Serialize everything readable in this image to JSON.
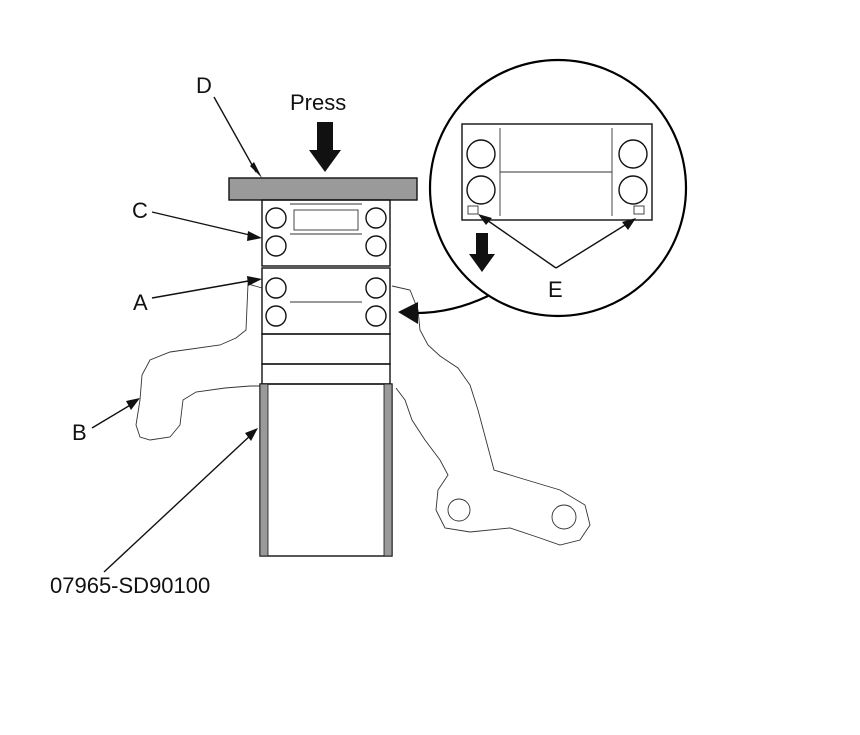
{
  "labels": {
    "press": "Press",
    "a": "A",
    "b": "B",
    "c": "C",
    "d": "D",
    "e": "E",
    "tool_number": "07965-SD90100"
  },
  "colors": {
    "line": "#111111",
    "plate_fill": "#9a9a9a",
    "background": "#ffffff"
  }
}
